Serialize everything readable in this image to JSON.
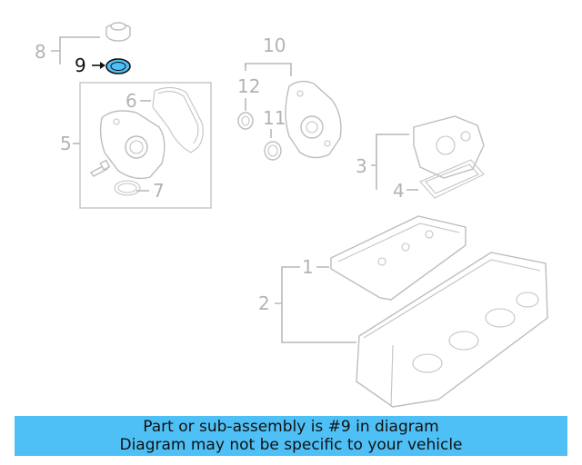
{
  "diagram": {
    "callouts": [
      {
        "id": "1",
        "text": "1"
      },
      {
        "id": "2",
        "text": "2"
      },
      {
        "id": "3",
        "text": "3"
      },
      {
        "id": "4",
        "text": "4"
      },
      {
        "id": "5",
        "text": "5"
      },
      {
        "id": "6",
        "text": "6"
      },
      {
        "id": "7",
        "text": "7"
      },
      {
        "id": "8",
        "text": "8"
      },
      {
        "id": "9",
        "text": "9",
        "highlighted": true
      },
      {
        "id": "10",
        "text": "10"
      },
      {
        "id": "11",
        "text": "11"
      },
      {
        "id": "12",
        "text": "12"
      }
    ],
    "highlight_color": "#4fc0f5"
  },
  "banner": {
    "line1": "Part or sub-assembly is #9 in diagram",
    "line2": "Diagram may not be specific to your vehicle",
    "background": "#4fc0f5"
  }
}
